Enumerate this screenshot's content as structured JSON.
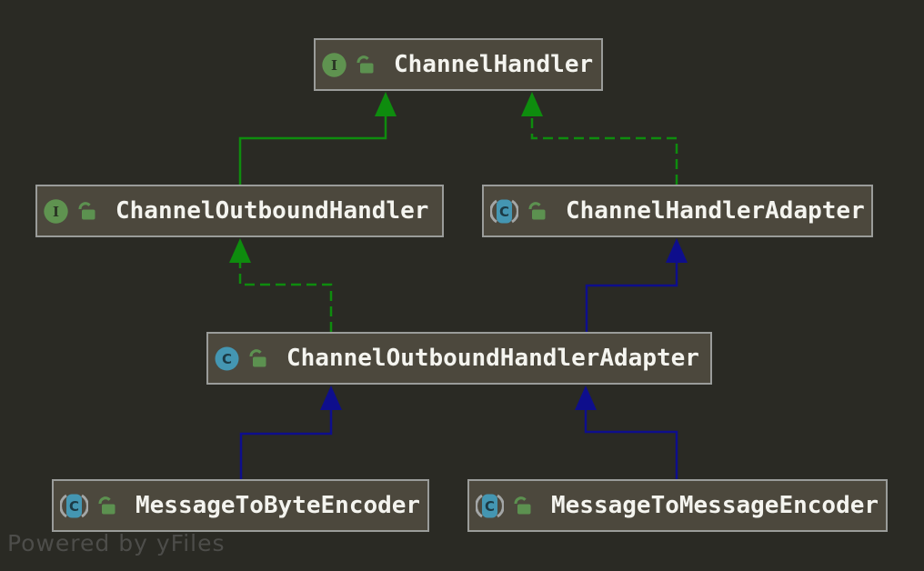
{
  "diagram": {
    "tool_watermark": "Powered by yFiles",
    "nodes": [
      {
        "label": "ChannelHandler",
        "kind": "interface",
        "icon": "interface-icon",
        "icon_letter": "I",
        "visibility": "public",
        "visibility_icon": "open-lock-icon"
      },
      {
        "label": "ChannelOutboundHandler",
        "kind": "interface",
        "icon": "interface-icon",
        "icon_letter": "I",
        "visibility": "public",
        "visibility_icon": "open-lock-icon"
      },
      {
        "label": "ChannelHandlerAdapter",
        "kind": "abstract-class",
        "icon": "abstract-class-icon",
        "icon_letter": "C",
        "visibility": "public",
        "visibility_icon": "open-lock-icon"
      },
      {
        "label": "ChannelOutboundHandlerAdapter",
        "kind": "class",
        "icon": "class-icon",
        "icon_letter": "C",
        "visibility": "public",
        "visibility_icon": "open-lock-icon"
      },
      {
        "label": "MessageToByteEncoder",
        "kind": "abstract-class",
        "icon": "abstract-class-icon",
        "icon_letter": "C",
        "visibility": "public",
        "visibility_icon": "open-lock-icon"
      },
      {
        "label": "MessageToMessageEncoder",
        "kind": "abstract-class",
        "icon": "abstract-class-icon",
        "icon_letter": "C",
        "visibility": "public",
        "visibility_icon": "open-lock-icon"
      }
    ],
    "edges": [
      {
        "from": "ChannelOutboundHandler",
        "to": "ChannelHandler",
        "relation": "extends",
        "line": "solid",
        "color": "#0e8c0e"
      },
      {
        "from": "ChannelHandlerAdapter",
        "to": "ChannelHandler",
        "relation": "implements",
        "line": "dashed",
        "color": "#0e8c0e"
      },
      {
        "from": "ChannelOutboundHandlerAdapter",
        "to": "ChannelOutboundHandler",
        "relation": "implements",
        "line": "dashed",
        "color": "#0e8c0e"
      },
      {
        "from": "ChannelOutboundHandlerAdapter",
        "to": "ChannelHandlerAdapter",
        "relation": "extends",
        "line": "solid",
        "color": "#0e0e8c"
      },
      {
        "from": "MessageToByteEncoder",
        "to": "ChannelOutboundHandlerAdapter",
        "relation": "extends",
        "line": "solid",
        "color": "#0e0e8c"
      },
      {
        "from": "MessageToMessageEncoder",
        "to": "ChannelOutboundHandlerAdapter",
        "relation": "extends",
        "line": "solid",
        "color": "#0e0e8c"
      }
    ],
    "colors": {
      "background": "#2a2a24",
      "node_fill": "#4c483d",
      "node_border": "#9a9c9a",
      "node_text": "#f4f4ef",
      "interface_icon_green": "#5f9350",
      "class_icon_teal": "#4496b2",
      "abstract_paren_gray": "#a3a6a6",
      "lock_green": "#5c9150",
      "interface_arrow_green": "#0e8c0e",
      "extends_arrow_blue": "#0e0e8c",
      "watermark_gray": "#4d4d4a"
    }
  }
}
